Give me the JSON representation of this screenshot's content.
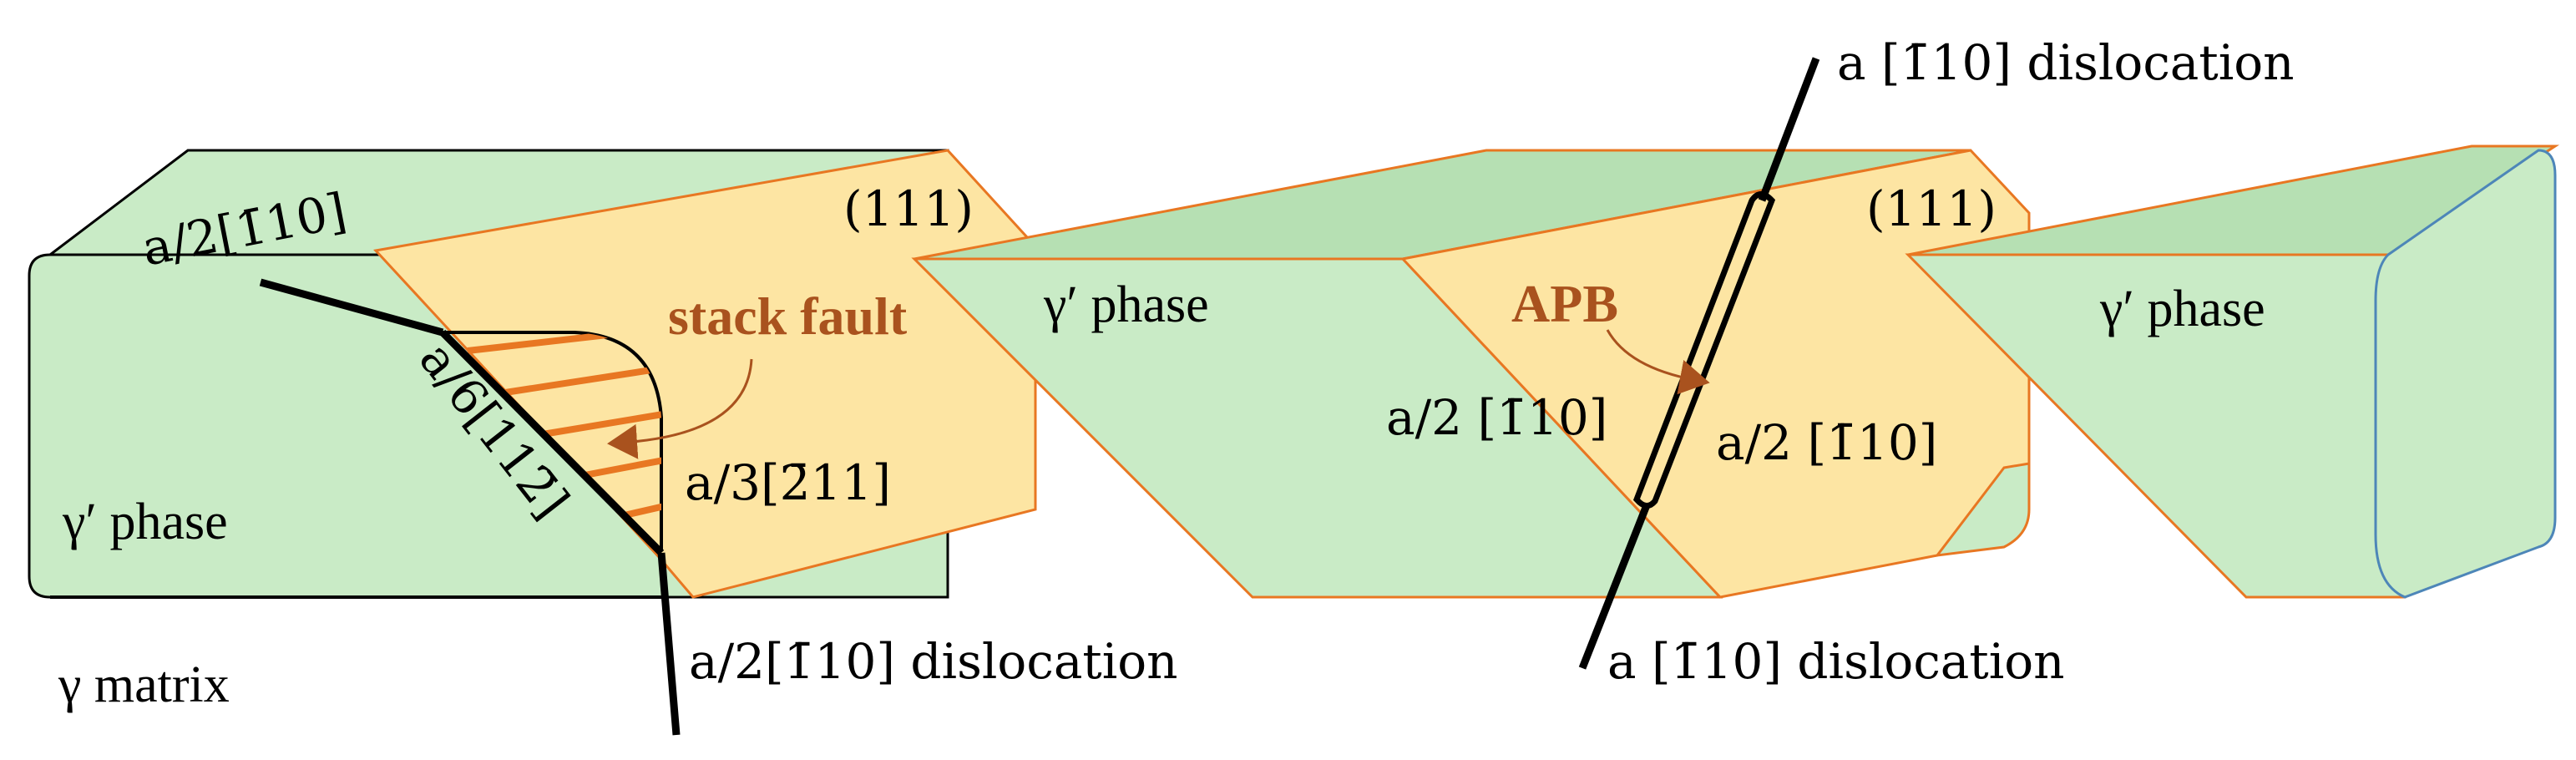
{
  "colors": {
    "green": "#c9ebc6",
    "green_dark": "#b6e0b3",
    "yellow": "#fde5a3",
    "orange_edge": "#e87722",
    "brown_text": "#a9521e",
    "blue_edge": "#4d86b8",
    "dislocation": "#000000"
  },
  "labels": {
    "gp_left": "γ′ phase",
    "gp_mid": "γ′ phase",
    "gp_right": "γ′ phase",
    "gamma_matrix": "γ matrix",
    "plane_1": "(111)",
    "plane_2": "(111)",
    "stack_fault": "stack fault",
    "apb": "APB",
    "burgers_a2_top": "a/2[1̄10]",
    "burgers_a6": "a/6[112̄]",
    "burgers_a3": "a/3[2̄11]",
    "dislocation_left_bottom": "a/2[1̄10] dislocation",
    "burgers_a2_mid_left": "a/2 [1̄10]",
    "burgers_a2_mid_right": "a/2 [1̄10]",
    "dislocation_top_right": "a [1̄10] dislocation",
    "dislocation_bottom_right": "a [1̄10] dislocation"
  }
}
